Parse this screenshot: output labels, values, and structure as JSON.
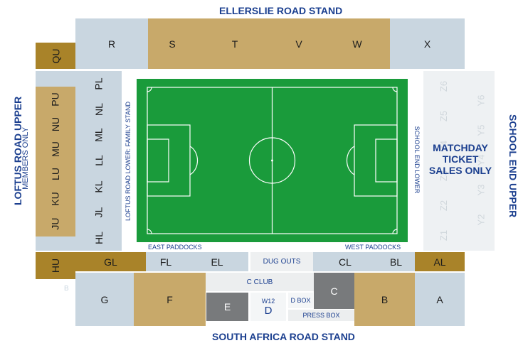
{
  "stands": {
    "north": "ELLERSLIE ROAD STAND",
    "south": "SOUTH AFRICA ROAD STAND",
    "west_upper": "LOFTUS ROAD UPPER",
    "west_upper_note": "MEMBERS ONLY",
    "east_upper": "SCHOOL END UPPER",
    "west_lower": "LOFTUS ROAD LOWER: FAMILY STAND",
    "east_lower": "SCHOOL END LOWER",
    "east_paddocks": "EAST PADDOCKS",
    "west_paddocks": "WEST PADDOCKS",
    "matchday_note": "MATCHDAY TICKET SALES ONLY"
  },
  "sections": {
    "north": [
      "R",
      "S",
      "T",
      "V",
      "W",
      "X"
    ],
    "qu": "QU",
    "hu": "HU",
    "upper_west": [
      "PU",
      "NU",
      "MU",
      "LU",
      "KU",
      "JU"
    ],
    "lower_west": [
      "PL",
      "NL",
      "ML",
      "LL",
      "KL",
      "JL",
      "HL"
    ],
    "east_upper": [
      "Z6",
      "Z5",
      "Z4",
      "Z3",
      "Z2",
      "Z1",
      "Y6",
      "Y5",
      "Y4",
      "Y3",
      "Y2"
    ],
    "front_south": [
      "GL",
      "FL",
      "EL",
      "CL",
      "BL",
      "AL"
    ],
    "dug_outs": "DUG OUTS",
    "south": [
      "G",
      "F",
      "E",
      "D",
      "C",
      "B",
      "A"
    ],
    "c_club": "C CLUB",
    "w12": "W12",
    "d_box": "D BOX",
    "press_box": "PRESS BOX",
    "b_marker": "B"
  },
  "colors": {
    "light_blue": "#c9d6e0",
    "gold": "#c8a96a",
    "bronze": "#a98329",
    "pitch_green": "#1a9b3b",
    "title_blue": "#1b3f8f"
  }
}
